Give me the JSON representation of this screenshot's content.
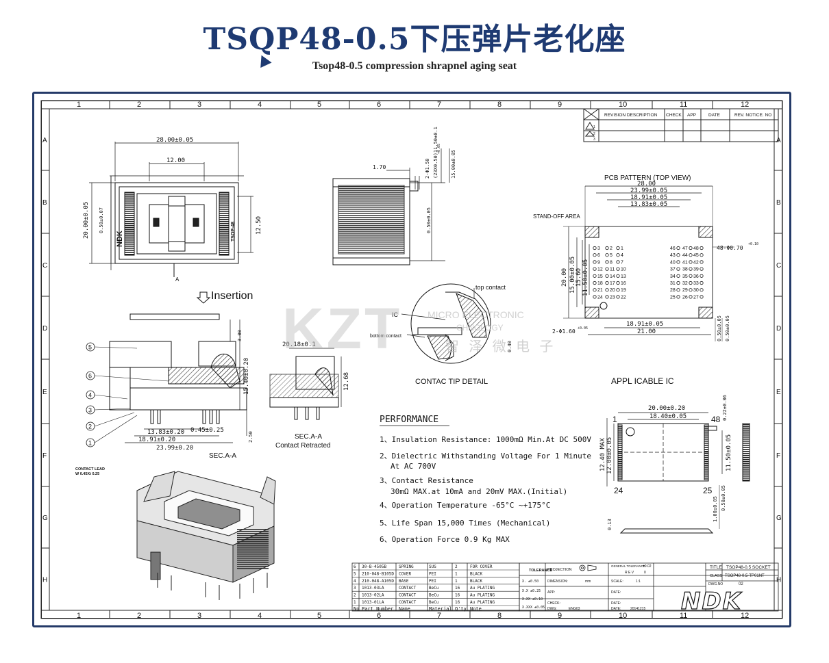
{
  "header": {
    "title": "TSQP48-0.5下压弹片老化座",
    "subtitle": "Tsop48-0.5 compression shrapnel aging seat"
  },
  "frame": {
    "columns": [
      "1",
      "2",
      "3",
      "4",
      "5",
      "6",
      "7",
      "8",
      "9",
      "10",
      "11",
      "12"
    ],
    "rows": [
      "A",
      "B",
      "C",
      "D",
      "E",
      "F",
      "G",
      "H"
    ]
  },
  "revision_table": {
    "headers": [
      "REVISION DESCRIPTION",
      "CHECK",
      "APP",
      "DATE",
      "REV. NOTICE. NO"
    ],
    "marks": [
      "1",
      "2",
      "3"
    ]
  },
  "top_view": {
    "dim_width": "28.00±0.05",
    "dim_inner": "12.00",
    "dim_height": "20.00±0.05",
    "dim_small": "0.50±0.07",
    "dim_right": "12.50",
    "logo": "NDK",
    "label_a": "A",
    "chip_text": "TSOP-48"
  },
  "side_view": {
    "dim_170": "1.70",
    "dim_pin": "2-Φ1.50",
    "dim_pin_tol": "+0.05",
    "dim_23": "(23X0.50)11.50±0.1",
    "dim_15": "15.00±0.05",
    "dim_050": "0.50±0.05"
  },
  "pcb": {
    "title": "PCB PATTERN (TOP VIEW)",
    "dim_28": "28.00",
    "dim_2399": "23.99±0.05",
    "dim_1891": "18.91±0.05",
    "dim_1383": "13.83±0.05",
    "standoff": "STAND-OFF AREA",
    "hole_dim": "48-Φ0.70",
    "hole_tol": "+0.10",
    "dim_v20": "20.00",
    "dim_v15": "15.00±0.05",
    "dim_v156": "15.60",
    "dim_v115": "11.50±0.05",
    "dim_bottom_1891": "18.91±0.05",
    "dim_bottom_21": "21.00",
    "dim_mount": "2-Φ1.60",
    "dim_mount_tol": "+0.05",
    "dim_r1": "0.50±0.05",
    "dim_r2": "0.50±0.05",
    "left_pins": [
      "3",
      "6",
      "9",
      "12",
      "15",
      "18",
      "21",
      "24"
    ],
    "left_pins2": [
      "2",
      "5",
      "8",
      "11",
      "14",
      "17",
      "20",
      "23"
    ],
    "left_pins3": [
      "1",
      "4",
      "7",
      "10",
      "13",
      "16",
      "19",
      "22"
    ],
    "right_pins": [
      "46",
      "43",
      "40",
      "37",
      "34",
      "31",
      "28",
      "25"
    ],
    "right_pins2": [
      "47",
      "44",
      "41",
      "38",
      "35",
      "32",
      "29",
      "26"
    ],
    "right_pins3": [
      "48",
      "45",
      "42",
      "39",
      "36",
      "33",
      "30",
      "27"
    ]
  },
  "insertion": {
    "label": "Insertion",
    "callouts": [
      "5",
      "6",
      "4",
      "3",
      "2",
      "1"
    ],
    "lead_note": "CONTACT LEAD",
    "lead_dim": "W 0.45Xt 0.25",
    "dim_1383": "13.83±0.20",
    "dim_045": "0.45±0.25",
    "dim_1891": "18.91±0.20",
    "dim_2399": "23.99±0.20",
    "dim_250": "2.50",
    "dim_300": "3.00",
    "dim_1540": "15.40±0.20",
    "section_label": "SEC.A-A"
  },
  "retracted": {
    "dim_2018": "20.18±0.1",
    "dim_1268": "12.68",
    "label1": "SEC.A-A",
    "label2": "Contact Retracted"
  },
  "tip_detail": {
    "top_contact": "top contact",
    "ic": "IC",
    "bottom_contact": "bottom contact",
    "dim_040": "0.40",
    "caption": "CONTAC TIP DETAIL"
  },
  "watermark": {
    "big": "KZT",
    "en": "MICRO ELECTRONIC",
    "en2": "CHNOLOGY",
    "cn": "智 泽 微 电 子"
  },
  "performance": {
    "title": "PERFORMANCE",
    "items": [
      "1、Insulation Resistance: 1000mΩ Min.At DC 500V",
      "2、Dielectric Withstanding Voltage For 1 Minute",
      "At AC 700V",
      "3、Contact Resistance",
      "30mΩ MAX.at 10mA and 20mV MAX.(Initial)",
      "4、Operation Temperature -65°C ~+175°C",
      "5、Life Span 15,000 Times (Mechanical)",
      "6、Operation Force 0.9 Kg MAX"
    ]
  },
  "applicable_ic": {
    "title": "APPL ICABLE IC",
    "dim_20": "20.00±0.20",
    "dim_184": "18.40±0.05",
    "pin1": "1",
    "pin48": "48",
    "pin24": "24",
    "pin25": "25",
    "dim_022": "0.22±0.06",
    "dim_1240": "12.40 MAX",
    "dim_1200": "12.00±0.05",
    "dim_1150": "11.50±0.05",
    "dim_050": "0.50±0.05",
    "dim_100": "1.00±0.05",
    "dim_013": "0.13"
  },
  "bom": {
    "rows": [
      [
        "6",
        "30-B-4505B",
        "SPRING",
        "SUS",
        "2",
        "FOR COVER"
      ],
      [
        "5",
        "210-048-B105D",
        "COVER",
        "PEI",
        "1",
        "BLACK"
      ],
      [
        "4",
        "210-048-A105D",
        "BASE",
        "PEI",
        "1",
        "BLACK"
      ],
      [
        "3",
        "1013-03LA",
        "CONTACT",
        "BeCu",
        "16",
        "Au PLATING"
      ],
      [
        "2",
        "1013-02LA",
        "CONTACT",
        "BeCu",
        "16",
        "Au PLATING"
      ],
      [
        "1",
        "1013-01LA",
        "CONTACT",
        "BeCu",
        "16",
        "Au PLATING"
      ]
    ],
    "header": [
      "No",
      "Part Number",
      "Name",
      "Material",
      "Q'ty",
      "Note"
    ]
  },
  "title_block": {
    "tolerance": "TOLERANCE",
    "tol_rows": [
      "X.  ±0.50",
      "X.X  ±0.25",
      "X.XX  ±0.10",
      "X.XXX ±0.05"
    ],
    "projection": "PROJECTION",
    "general_tol": "GENERAL TOLERANCE",
    "general_tol_val": "±0.02",
    "rev": "R E V",
    "rev_val": "0",
    "dimension": "DIMENSION:",
    "dimension_unit": "mm",
    "scale": "SCALE:",
    "scale_val": "1:1",
    "app": "APP:",
    "date1": "DATE:",
    "check": "CHECK:",
    "date2": "DATE:",
    "dwg": "DWG:",
    "dwg_name": "ENG03",
    "date3": "DATE:",
    "date3_val": "20141215",
    "title_label": "TITLE",
    "title_val": "TSOP48-0.5 SOCKET",
    "class_label": "CLASS",
    "class_val": "TSOP48-0.5-TP01NT",
    "dwg_no_label": "DWG.NO",
    "dwg_no_val": "02",
    "brand": "NDK"
  }
}
